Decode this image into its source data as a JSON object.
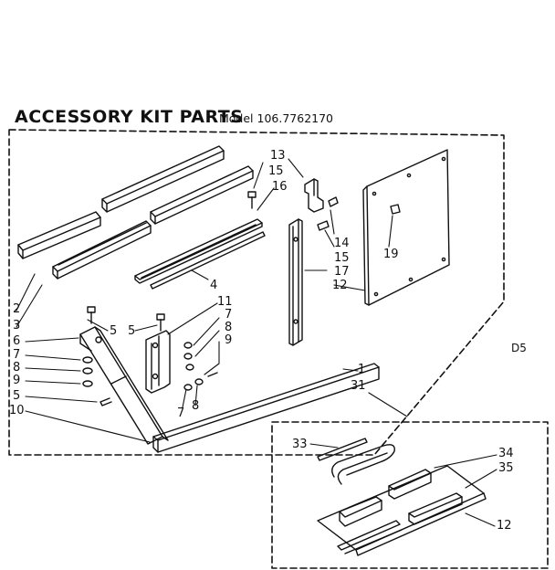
{
  "diagram": {
    "title": "ACCESSORY KIT PARTS",
    "model": "Model 106.7762170",
    "drawing_code": "D5"
  },
  "callouts": {
    "c1": "1",
    "c2": "2",
    "c3": "3",
    "c4": "4",
    "c5a": "5",
    "c5b": "5",
    "c6": "6",
    "c7a": "7",
    "c7b": "7",
    "c7c": "7",
    "c8a": "8",
    "c8b": "8",
    "c8c": "8",
    "c9a": "9",
    "c9b": "9",
    "c10": "10",
    "c11": "11",
    "c12a": "12",
    "c12b": "12",
    "c13": "13",
    "c14": "14",
    "c15a": "15",
    "c15b": "15",
    "c16": "16",
    "c17": "17",
    "c19": "19",
    "c31": "31",
    "c33": "33",
    "c34": "34",
    "c35": "35"
  }
}
